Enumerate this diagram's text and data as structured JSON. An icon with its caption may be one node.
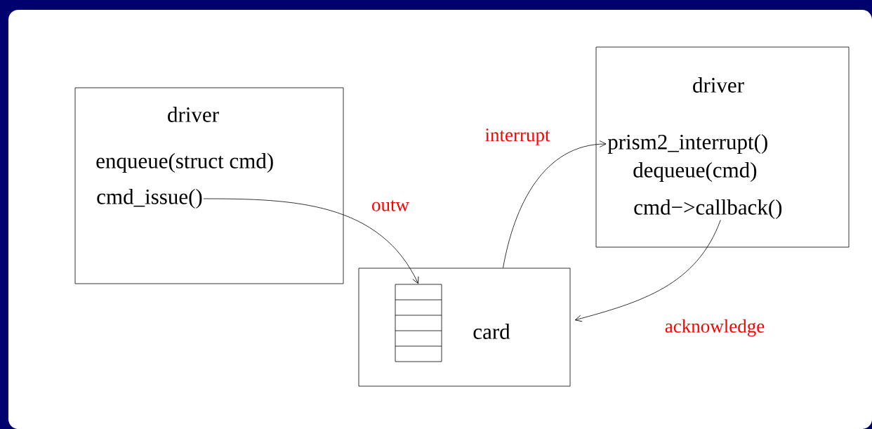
{
  "diagram": {
    "nodes": [
      {
        "text": [
          "driver",
          "enqueue(struct cmd)"
        ]
      },
      {
        "text": [
          "cmd_issue()"
        ],
        "in": 0
      },
      {
        "text": [
          "card"
        ]
      },
      {
        "text": [],
        "shape": "box",
        "in": 2
      },
      {
        "text": [
          "driver",
          "dequeue(cmd)"
        ]
      },
      {
        "text": [
          "prism2_interrupt()"
        ],
        "in": 4
      },
      {
        "text": [
          "cmd−>callback()"
        ],
        "in": 4
      }
    ],
    "edges": [
      {
        "from": 1,
        "to": 3,
        "arrow": "to",
        "label": "outw"
      },
      {
        "from": 2,
        "to": 5,
        "arrow": "to",
        "label": "interrupt"
      },
      {
        "from": 6,
        "to": 2,
        "arrow": "to",
        "label": "acknowledge"
      }
    ]
  }
}
